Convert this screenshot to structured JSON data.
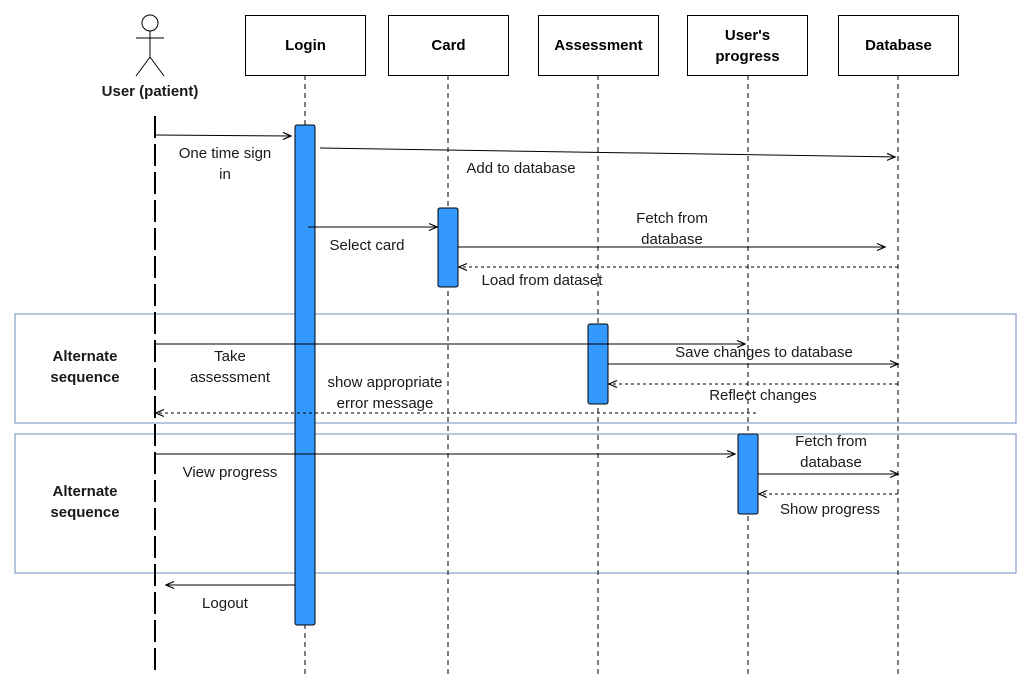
{
  "actor": {
    "label": "User (patient)"
  },
  "lifelines": [
    {
      "label": "Login"
    },
    {
      "label": "Card"
    },
    {
      "label": "Assessment"
    },
    {
      "label": "User's\nprogress"
    },
    {
      "label": "Database"
    }
  ],
  "fragments": [
    {
      "label": "Alternate\nsequence"
    },
    {
      "label": "Alternate\nsequence"
    }
  ],
  "messages": {
    "sign_in": "One time sign\nin",
    "add_db": "Add to database",
    "select_card": "Select card",
    "fetch_db_1": "Fetch from\ndatabase",
    "load_dataset": "Load from dataset",
    "take_assessment": "Take\nassessment",
    "save_changes": "Save changes to database",
    "error_msg": "show appropriate\nerror message",
    "reflect": "Reflect changes",
    "fetch_db_2": "Fetch from\ndatabase",
    "view_progress": "View progress",
    "show_progress": "Show progress",
    "logout": "Logout"
  },
  "colors": {
    "activation_fill": "#3399ff",
    "fragment_border": "#6c8ebf"
  }
}
